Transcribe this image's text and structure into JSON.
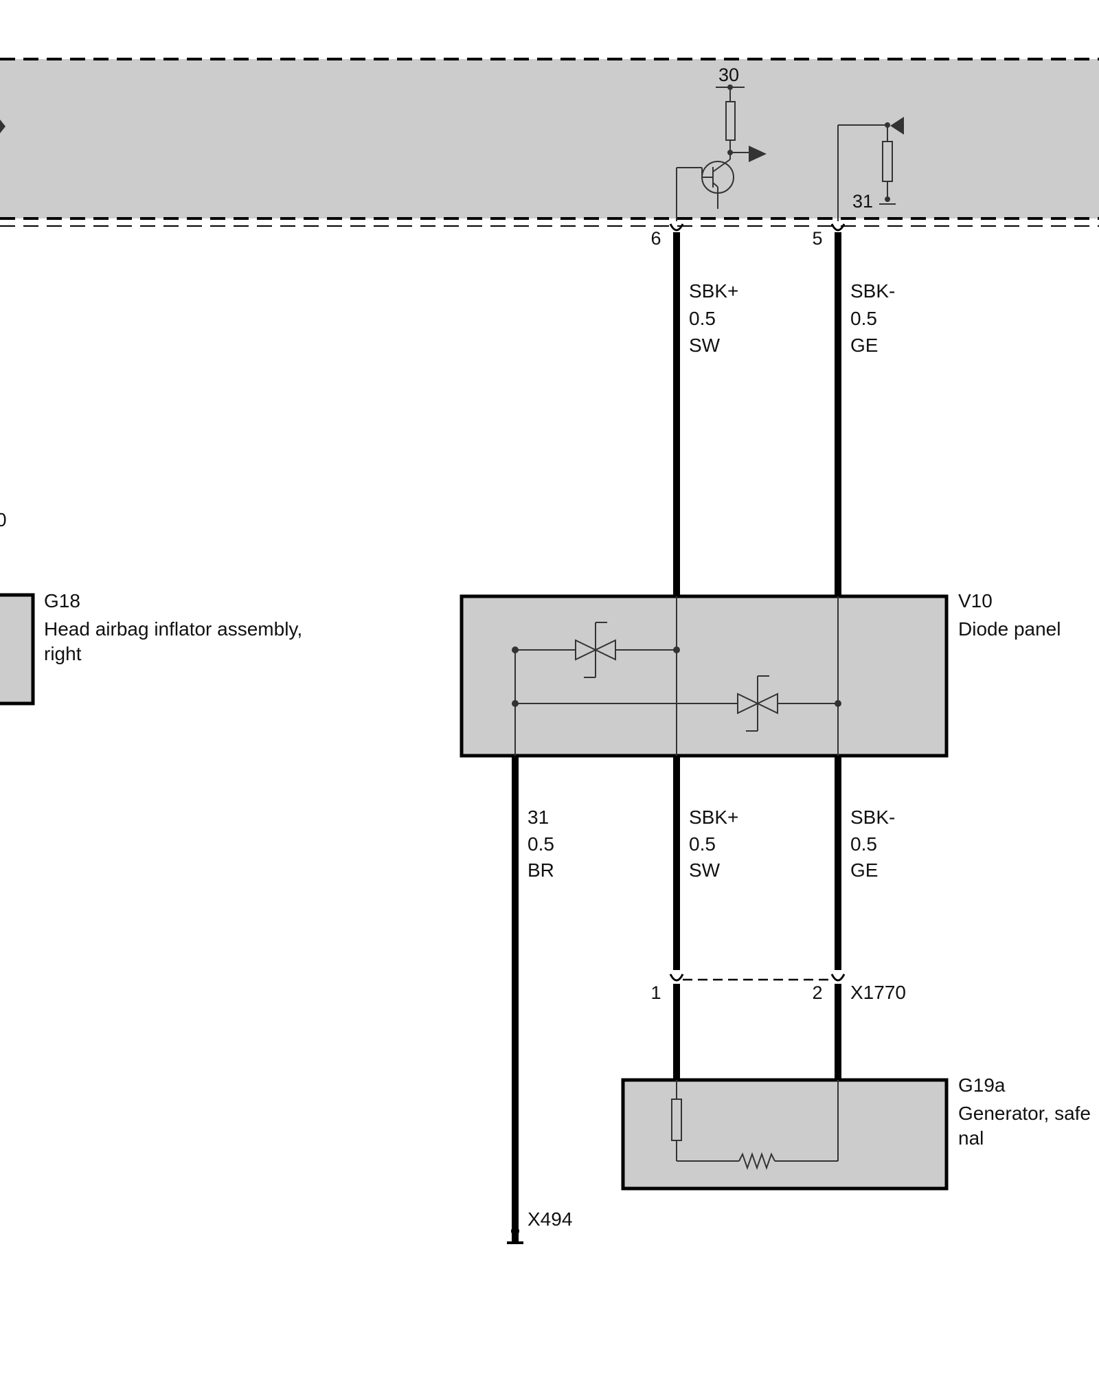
{
  "control_unit": {
    "term_30": "30",
    "term_31": "31"
  },
  "pins_top": {
    "pin_left": "6",
    "pin_right": "5"
  },
  "wires_top": {
    "left": {
      "signal": "SBK+",
      "size": "0.5",
      "color": "SW"
    },
    "right": {
      "signal": "SBK-",
      "size": "0.5",
      "color": "GE"
    }
  },
  "g18": {
    "id": "G18",
    "name_line1": "Head airbag inflator assembly,",
    "name_line2": "right",
    "fragment_left": "0"
  },
  "v10": {
    "id": "V10",
    "name": "Diode panel"
  },
  "wires_bottom": {
    "ground": {
      "signal": "31",
      "size": "0.5",
      "color": "BR"
    },
    "left": {
      "signal": "SBK+",
      "size": "0.5",
      "color": "SW"
    },
    "right": {
      "signal": "SBK-",
      "size": "0.5",
      "color": "GE"
    }
  },
  "x1770": {
    "id": "X1770",
    "pin_left": "1",
    "pin_right": "2"
  },
  "g19a": {
    "id": "G19a",
    "name_line1": "Generator, safe",
    "name_line2": "nal"
  },
  "x494": {
    "id": "X494"
  }
}
